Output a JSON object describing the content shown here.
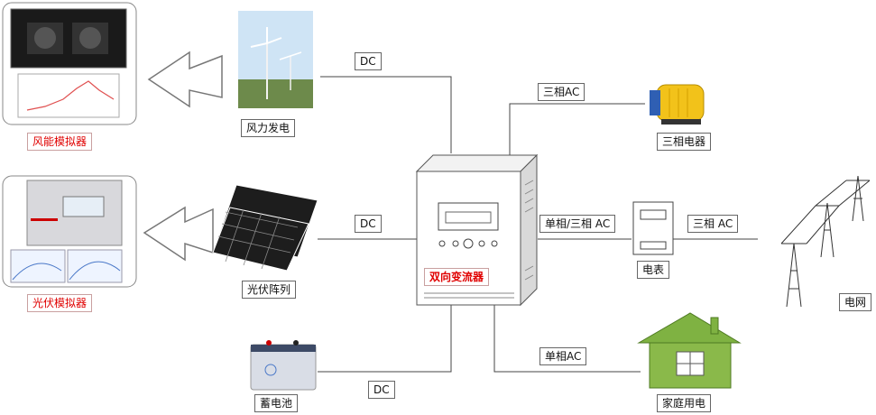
{
  "nodes": {
    "wind_sim": "风能模拟器",
    "wind_power": "风力发电",
    "pv_sim": "光伏模拟器",
    "pv_array": "光伏阵列",
    "battery": "蓄电池",
    "converter": "双向变流器",
    "three_phase_device": "三相电器",
    "meter": "电表",
    "grid": "电网",
    "household": "家庭用电"
  },
  "links": {
    "dc_wind": "DC",
    "dc_pv": "DC",
    "dc_battery": "DC",
    "ac_three_phase": "三相AC",
    "ac_single_three": "单相/三相 AC",
    "ac_three_grid": "三相 AC",
    "ac_single_home": "单相AC"
  },
  "colors": {
    "line": "#444444",
    "accent_red": "#e00000"
  }
}
